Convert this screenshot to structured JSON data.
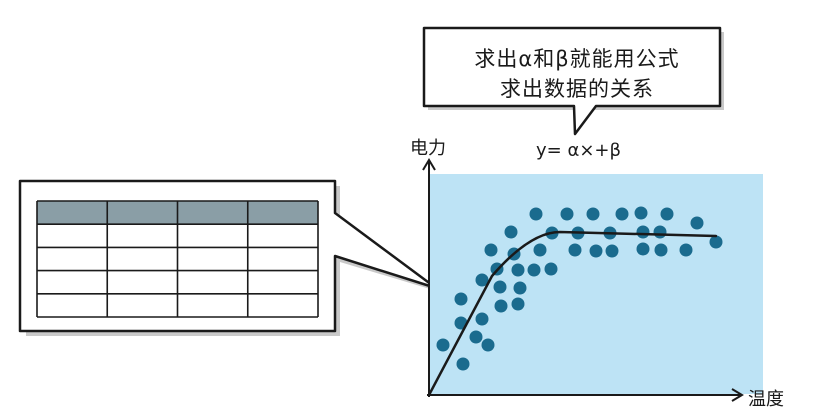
{
  "bubble": {
    "line1": "求出α和β就能用公式",
    "line2": "求出数据的关系"
  },
  "formula": "y= α×+β",
  "axes": {
    "y_label": "电力",
    "x_label": "温度"
  },
  "colors": {
    "plot_bg": "#bde3f5",
    "dot": "#1a6b8e",
    "table_header": "#8a9ea6",
    "stroke": "#1a1a1a"
  },
  "table": {
    "rows": 5,
    "cols": 4
  }
}
